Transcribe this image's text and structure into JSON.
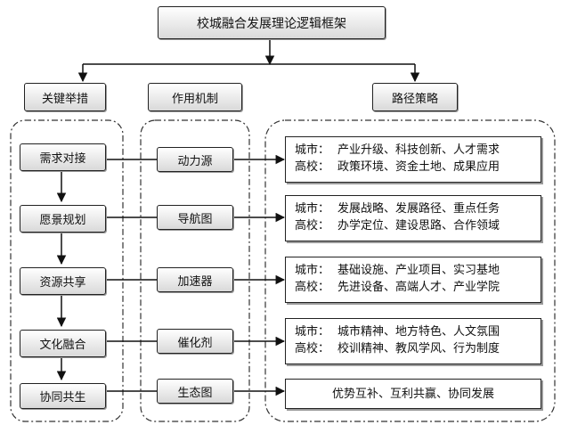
{
  "title": "校城融合发展理论逻辑框架",
  "categories": [
    "关键举措",
    "作用机制",
    "路径策略"
  ],
  "measures": [
    "需求对接",
    "愿景规划",
    "资源共享",
    "文化融合",
    "协同共生"
  ],
  "mechanisms": [
    "动力源",
    "导航图",
    "加速器",
    "催化剂",
    "生态图"
  ],
  "strategies": [
    {
      "city_label": "城市：",
      "city_text": "产业升级、科技创新、人才需求",
      "school_label": "高校：",
      "school_text": "政策环境、资金土地、成果应用"
    },
    {
      "city_label": "城市：",
      "city_text": "发展战略、发展路径、重点任务",
      "school_label": "高校：",
      "school_text": "办学定位、建设思路、合作领域"
    },
    {
      "city_label": "城市：",
      "city_text": "基础设施、产业项目、实习基地",
      "school_label": "高校：",
      "school_text": "先进设备、高端人才、产业学院"
    },
    {
      "city_label": "城市：",
      "city_text": "城市精神、地方特色、人文氛围",
      "school_label": "高校：",
      "school_text": "校训精神、教风学风、行为制度"
    }
  ],
  "final_strategy": "优势互补、互利共赢、协同发展"
}
